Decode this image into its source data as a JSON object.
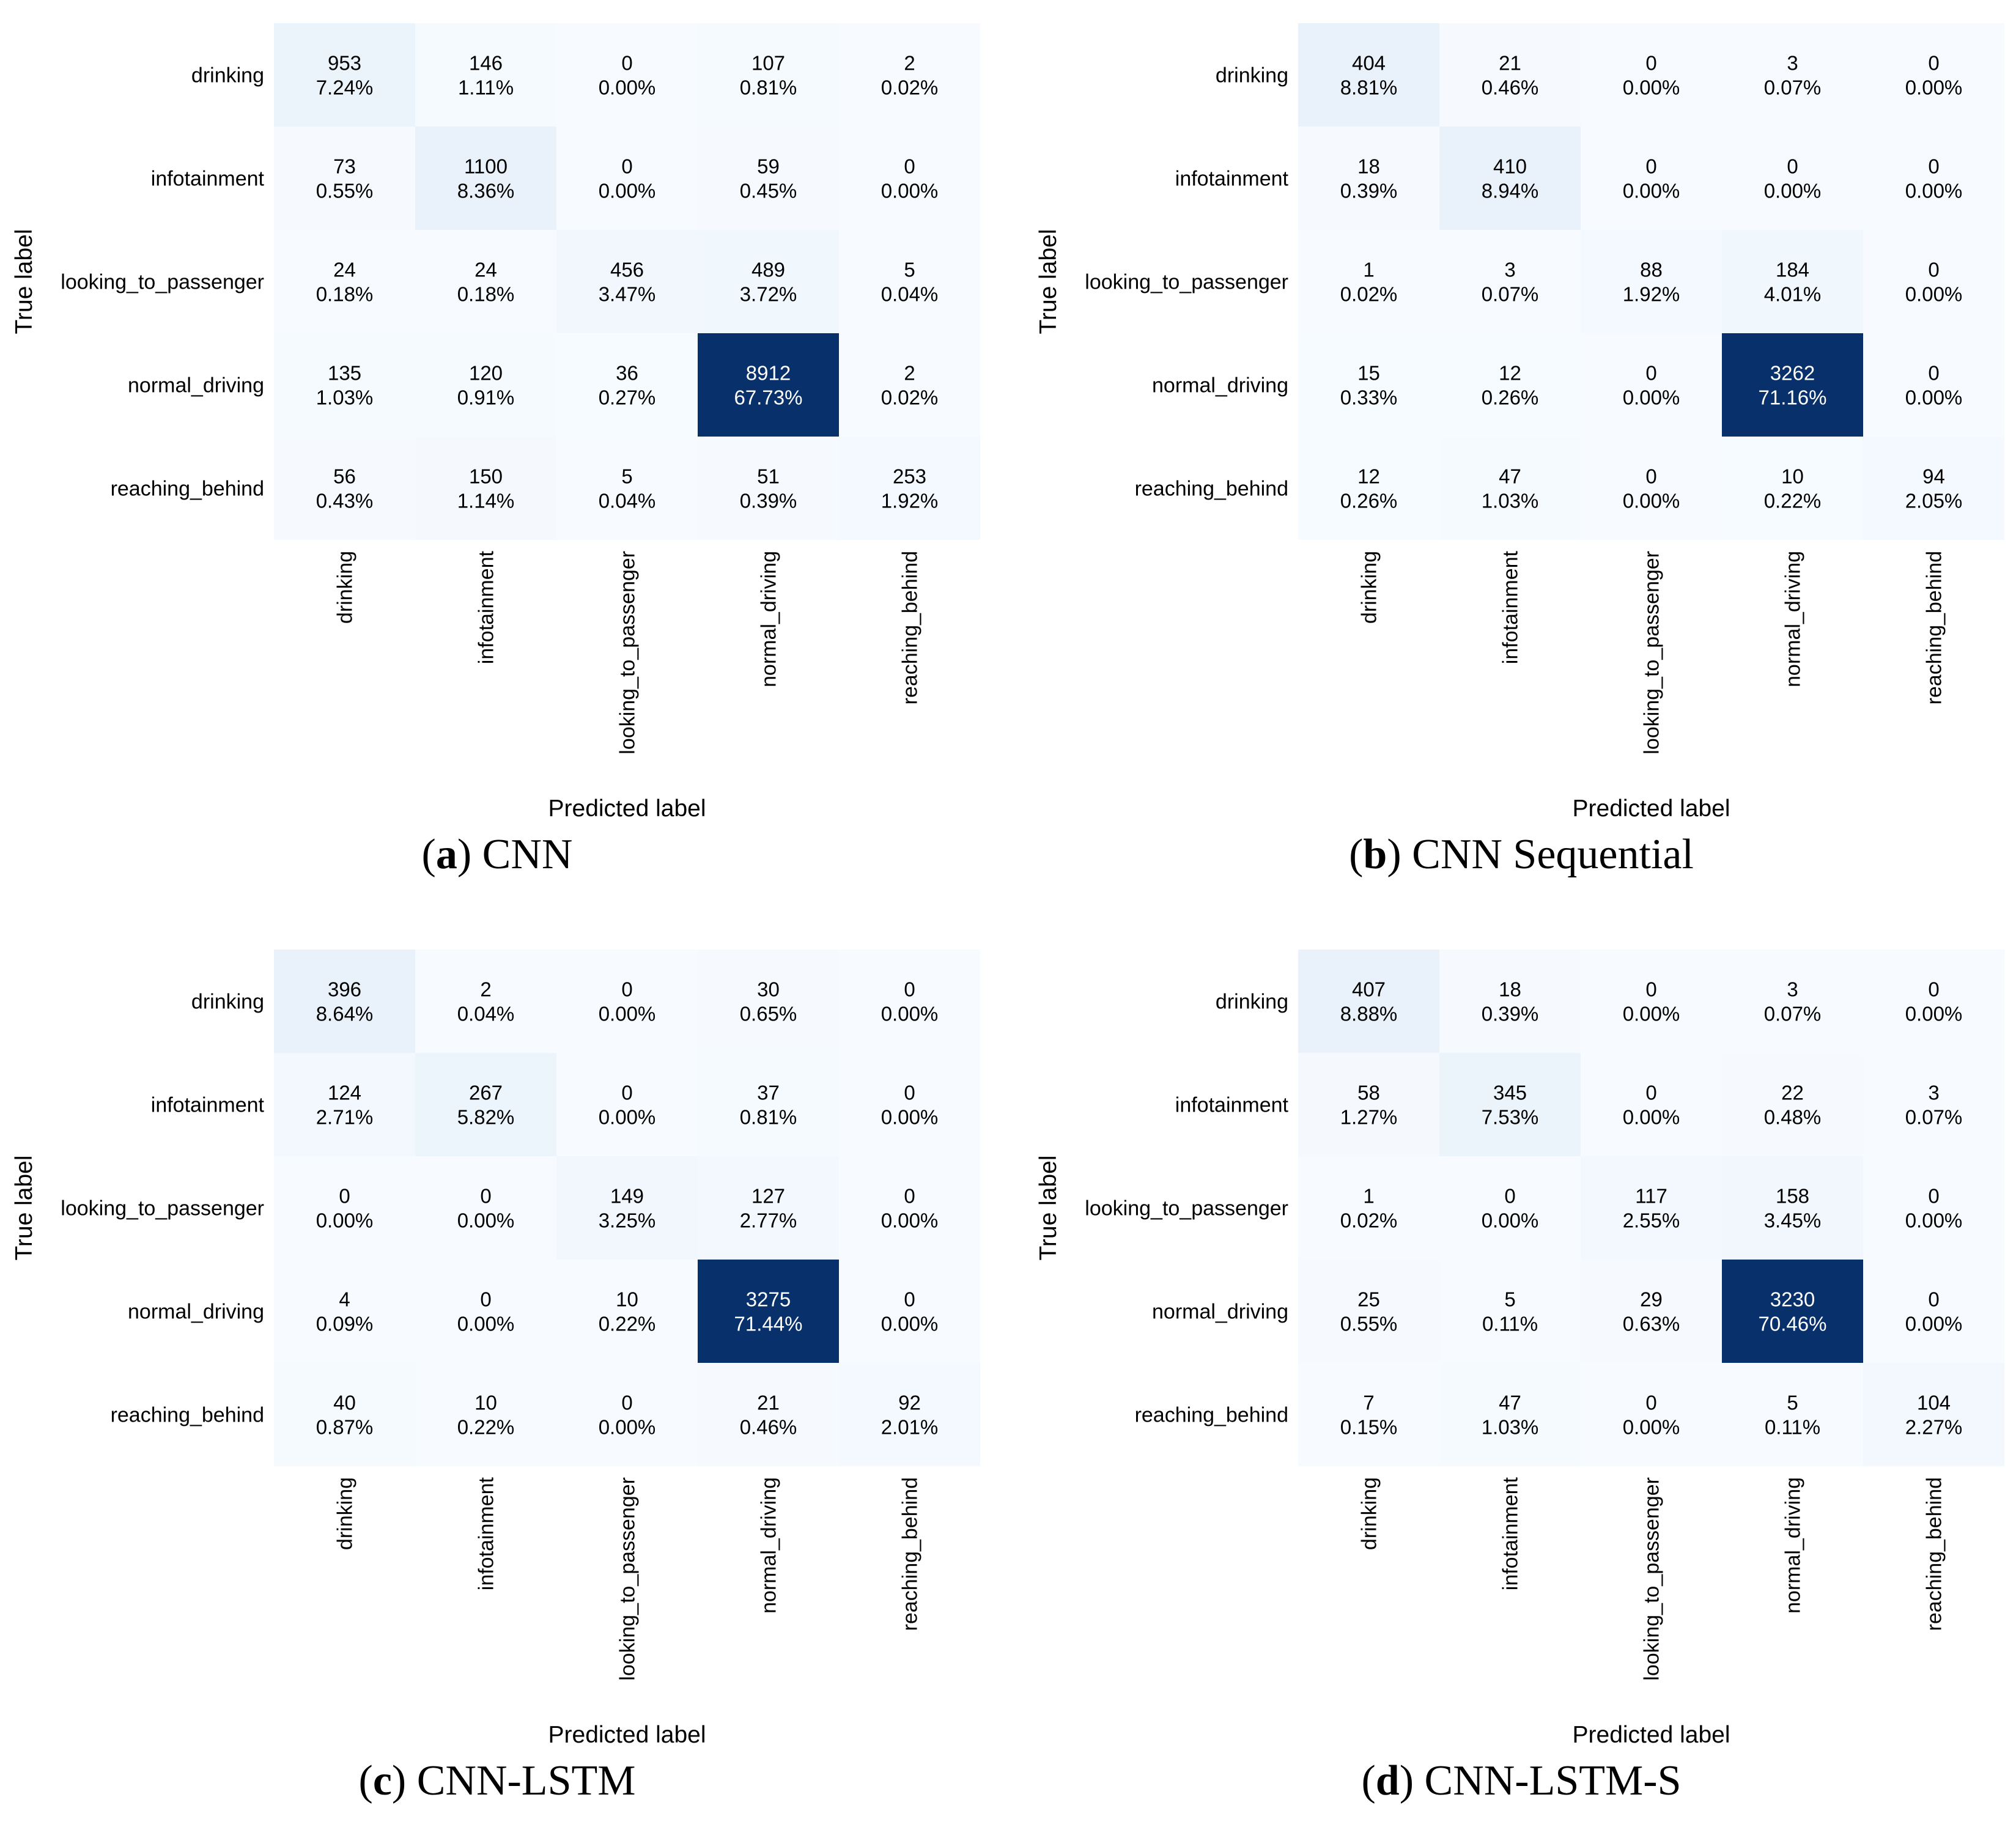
{
  "colormap": {
    "low": "#f7fbff",
    "mid": "#c6dbef",
    "high": "#08306b",
    "text_dark": "#000000",
    "text_light": "#ffffff"
  },
  "chart_data": [
    {
      "type": "heatmap",
      "caption_letter": "a",
      "caption_text": "CNN",
      "xlabel": "Predicted label",
      "ylabel": "True label",
      "x_categories": [
        "drinking",
        "infotainment",
        "looking_to_passenger",
        "normal_driving",
        "reaching_behind"
      ],
      "y_categories": [
        "drinking",
        "infotainment",
        "looking_to_passenger",
        "normal_driving",
        "reaching_behind"
      ],
      "values": [
        [
          953,
          146,
          0,
          107,
          2
        ],
        [
          73,
          1100,
          0,
          59,
          0
        ],
        [
          24,
          24,
          456,
          489,
          5
        ],
        [
          135,
          120,
          36,
          8912,
          2
        ],
        [
          56,
          150,
          5,
          51,
          253
        ]
      ],
      "percents": [
        [
          "7.24%",
          "1.11%",
          "0.00%",
          "0.81%",
          "0.02%"
        ],
        [
          "0.55%",
          "8.36%",
          "0.00%",
          "0.45%",
          "0.00%"
        ],
        [
          "0.18%",
          "0.18%",
          "3.47%",
          "3.72%",
          "0.04%"
        ],
        [
          "1.03%",
          "0.91%",
          "0.27%",
          "67.73%",
          "0.02%"
        ],
        [
          "0.43%",
          "1.14%",
          "0.04%",
          "0.39%",
          "1.92%"
        ]
      ],
      "grid": false,
      "colorbar": false
    },
    {
      "type": "heatmap",
      "caption_letter": "b",
      "caption_text": "CNN Sequential",
      "xlabel": "Predicted label",
      "ylabel": "True label",
      "x_categories": [
        "drinking",
        "infotainment",
        "looking_to_passenger",
        "normal_driving",
        "reaching_behind"
      ],
      "y_categories": [
        "drinking",
        "infotainment",
        "looking_to_passenger",
        "normal_driving",
        "reaching_behind"
      ],
      "values": [
        [
          404,
          21,
          0,
          3,
          0
        ],
        [
          18,
          410,
          0,
          0,
          0
        ],
        [
          1,
          3,
          88,
          184,
          0
        ],
        [
          15,
          12,
          0,
          3262,
          0
        ],
        [
          12,
          47,
          0,
          10,
          94
        ]
      ],
      "percents": [
        [
          "8.81%",
          "0.46%",
          "0.00%",
          "0.07%",
          "0.00%"
        ],
        [
          "0.39%",
          "8.94%",
          "0.00%",
          "0.00%",
          "0.00%"
        ],
        [
          "0.02%",
          "0.07%",
          "1.92%",
          "4.01%",
          "0.00%"
        ],
        [
          "0.33%",
          "0.26%",
          "0.00%",
          "71.16%",
          "0.00%"
        ],
        [
          "0.26%",
          "1.03%",
          "0.00%",
          "0.22%",
          "2.05%"
        ]
      ],
      "grid": false,
      "colorbar": false
    },
    {
      "type": "heatmap",
      "caption_letter": "c",
      "caption_text": "CNN-LSTM",
      "xlabel": "Predicted label",
      "ylabel": "True label",
      "x_categories": [
        "drinking",
        "infotainment",
        "looking_to_passenger",
        "normal_driving",
        "reaching_behind"
      ],
      "y_categories": [
        "drinking",
        "infotainment",
        "looking_to_passenger",
        "normal_driving",
        "reaching_behind"
      ],
      "values": [
        [
          396,
          2,
          0,
          30,
          0
        ],
        [
          124,
          267,
          0,
          37,
          0
        ],
        [
          0,
          0,
          149,
          127,
          0
        ],
        [
          4,
          0,
          10,
          3275,
          0
        ],
        [
          40,
          10,
          0,
          21,
          92
        ]
      ],
      "percents": [
        [
          "8.64%",
          "0.04%",
          "0.00%",
          "0.65%",
          "0.00%"
        ],
        [
          "2.71%",
          "5.82%",
          "0.00%",
          "0.81%",
          "0.00%"
        ],
        [
          "0.00%",
          "0.00%",
          "3.25%",
          "2.77%",
          "0.00%"
        ],
        [
          "0.09%",
          "0.00%",
          "0.22%",
          "71.44%",
          "0.00%"
        ],
        [
          "0.87%",
          "0.22%",
          "0.00%",
          "0.46%",
          "2.01%"
        ]
      ],
      "grid": false,
      "colorbar": false
    },
    {
      "type": "heatmap",
      "caption_letter": "d",
      "caption_text": "CNN-LSTM-S",
      "xlabel": "Predicted label",
      "ylabel": "True label",
      "x_categories": [
        "drinking",
        "infotainment",
        "looking_to_passenger",
        "normal_driving",
        "reaching_behind"
      ],
      "y_categories": [
        "drinking",
        "infotainment",
        "looking_to_passenger",
        "normal_driving",
        "reaching_behind"
      ],
      "values": [
        [
          407,
          18,
          0,
          3,
          0
        ],
        [
          58,
          345,
          0,
          22,
          3
        ],
        [
          1,
          0,
          117,
          158,
          0
        ],
        [
          25,
          5,
          29,
          3230,
          0
        ],
        [
          7,
          47,
          0,
          5,
          104
        ]
      ],
      "percents": [
        [
          "8.88%",
          "0.39%",
          "0.00%",
          "0.07%",
          "0.00%"
        ],
        [
          "1.27%",
          "7.53%",
          "0.00%",
          "0.48%",
          "0.07%"
        ],
        [
          "0.02%",
          "0.00%",
          "2.55%",
          "3.45%",
          "0.00%"
        ],
        [
          "0.55%",
          "0.11%",
          "0.63%",
          "70.46%",
          "0.00%"
        ],
        [
          "0.15%",
          "1.03%",
          "0.00%",
          "0.11%",
          "2.27%"
        ]
      ],
      "grid": false,
      "colorbar": false
    }
  ]
}
